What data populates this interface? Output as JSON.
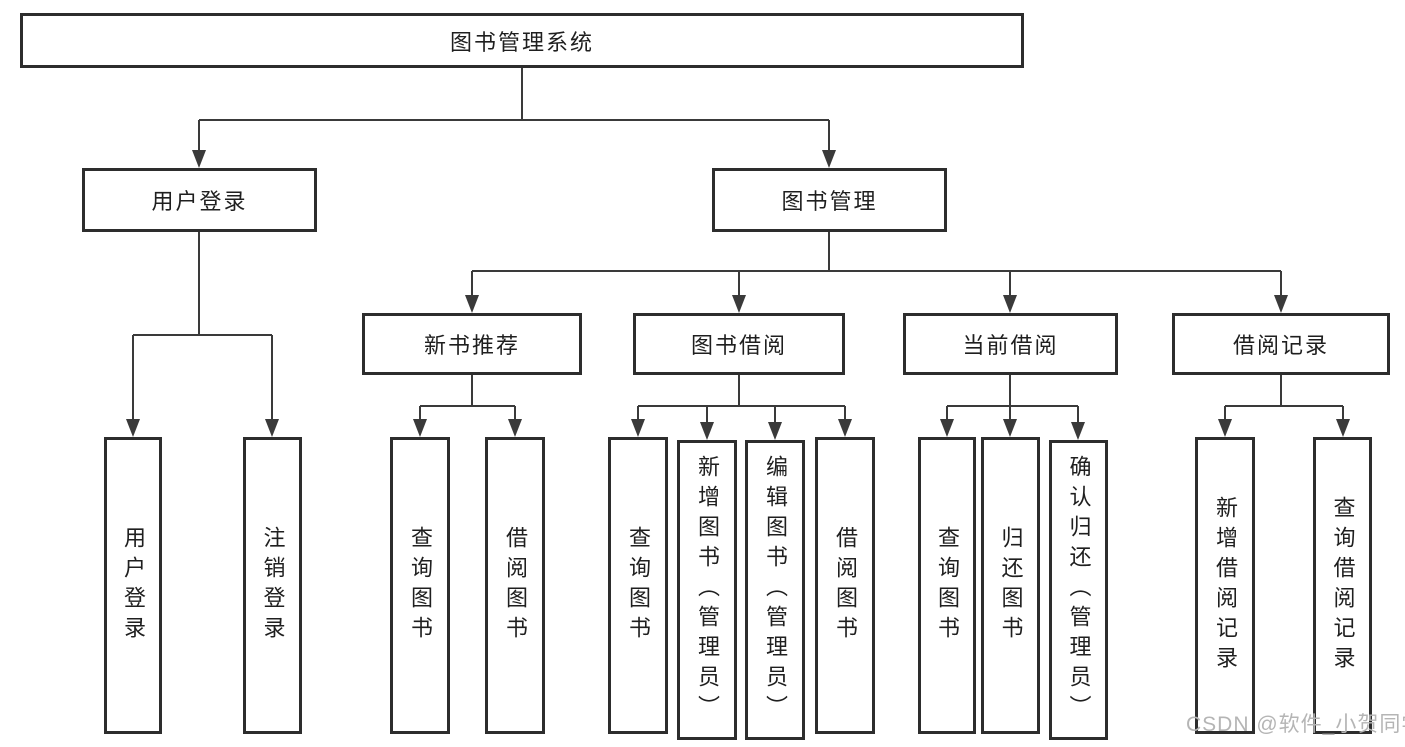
{
  "colors": {
    "line": "#3a3a3a",
    "box_border": "#2d2d2d",
    "text": "#1f1f1f",
    "watermark": "#b5b5b5",
    "background": "#ffffff"
  },
  "watermark": {
    "text": "CSDN @软件_小贺同学"
  },
  "tree": {
    "label": "图书管理系统",
    "children": [
      {
        "label": "用户登录",
        "children": [
          {
            "label": "用户登录"
          },
          {
            "label": "注销登录"
          }
        ]
      },
      {
        "label": "图书管理",
        "children": [
          {
            "label": "新书推荐",
            "children": [
              {
                "label": "查询图书"
              },
              {
                "label": "借阅图书"
              }
            ]
          },
          {
            "label": "图书借阅",
            "children": [
              {
                "label": "查询图书"
              },
              {
                "label": "新增图书（管理员）"
              },
              {
                "label": "编辑图书（管理员）"
              },
              {
                "label": "借阅图书"
              }
            ]
          },
          {
            "label": "当前借阅",
            "children": [
              {
                "label": "查询图书"
              },
              {
                "label": "归还图书"
              },
              {
                "label": "确认归还（管理员）"
              }
            ]
          },
          {
            "label": "借阅记录",
            "children": [
              {
                "label": "新增借阅记录"
              },
              {
                "label": "查询借阅记录"
              }
            ]
          }
        ]
      }
    ]
  }
}
